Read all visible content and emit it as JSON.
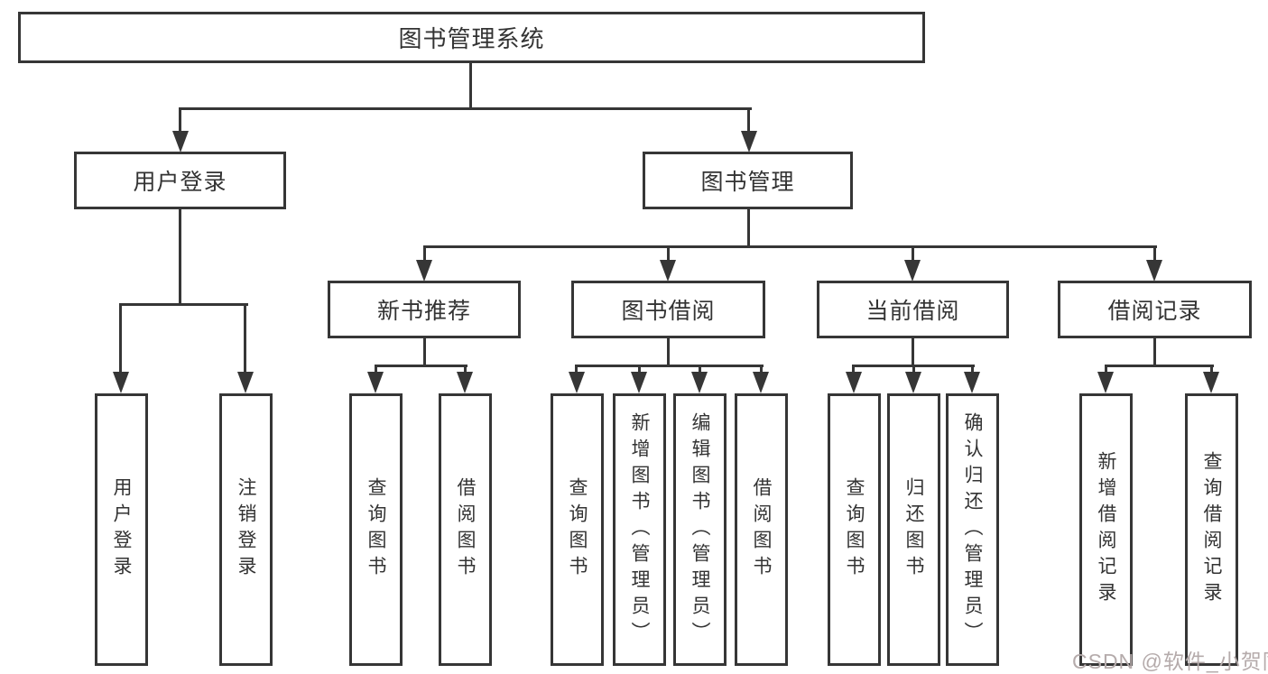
{
  "nodes": {
    "root": {
      "label": "图书管理系统"
    },
    "user_login": {
      "label": "用户登录"
    },
    "book_mgmt": {
      "label": "图书管理"
    },
    "new_books": {
      "label": "新书推荐"
    },
    "book_borrow": {
      "label": "图书借阅"
    },
    "current_borrow": {
      "label": "当前借阅"
    },
    "borrow_records": {
      "label": "借阅记录"
    },
    "leaves": [
      {
        "label": "用户登录"
      },
      {
        "label": "注销登录"
      },
      {
        "label": "查询图书"
      },
      {
        "label": "借阅图书"
      },
      {
        "label": "查询图书"
      },
      {
        "label": "新增图书（管理员）"
      },
      {
        "label": "编辑图书（管理员）"
      },
      {
        "label": "借阅图书"
      },
      {
        "label": "查询图书"
      },
      {
        "label": "归还图书"
      },
      {
        "label": "确认归还（管理员）"
      },
      {
        "label": "新增借阅记录"
      },
      {
        "label": "查询借阅记录"
      }
    ]
  },
  "watermark": {
    "text": "CSDN @软件_小贺同学",
    "color": "#b5abab"
  },
  "colors": {
    "line": "#363636",
    "text": "#333333",
    "background": "#ffffff"
  }
}
